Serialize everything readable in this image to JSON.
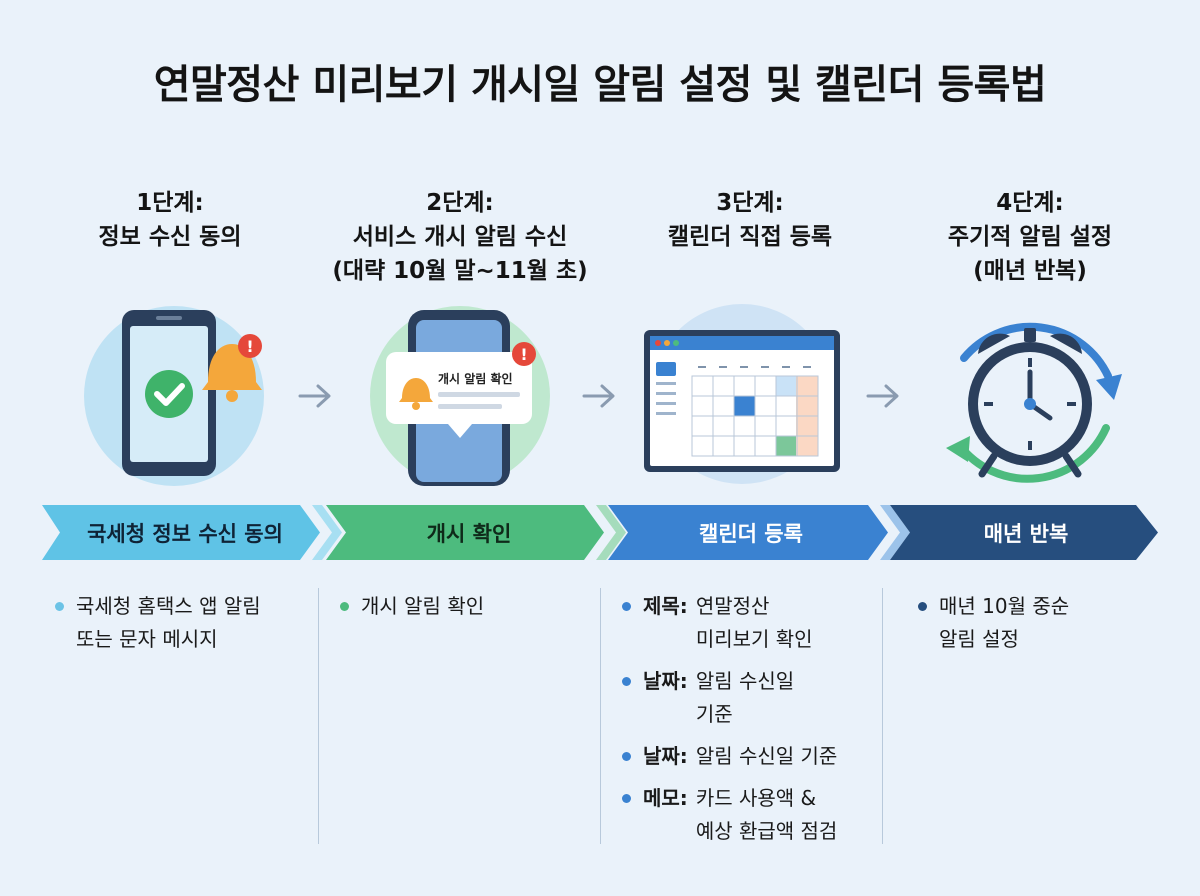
{
  "title": "연말정산 미리보기 개시일 알림 설정 및 캘린더 등록법",
  "steps": [
    {
      "label": "1단계:",
      "lines": [
        "정보 수신 동의"
      ],
      "banner": "국세청 정보 수신 동의",
      "bullets": [
        {
          "key": "",
          "text": "국세청 홈택스 앱 알림\n또는 문자 메시지"
        }
      ]
    },
    {
      "label": "2단계:",
      "lines": [
        "서비스 개시 알림 수신",
        "(대략 10월 말~11월 초)"
      ],
      "banner": "개시 확인",
      "bubble": "개시 알림 확인",
      "bullets": [
        {
          "key": "",
          "text": "개시 알림 확인"
        }
      ]
    },
    {
      "label": "3단계:",
      "lines": [
        "캘린더 직접 등록"
      ],
      "banner": "캘린더 등록",
      "bullets": [
        {
          "key": "제목:",
          "text": "연말정산\n미리보기 확인"
        },
        {
          "key": "날짜:",
          "text": "알림 수신일\n기준"
        },
        {
          "key": "날짜:",
          "text": "알림 수신일 기준"
        },
        {
          "key": "메모:",
          "text": "카드 사용액 &\n예상 환급액 점검"
        }
      ]
    },
    {
      "label": "4단계:",
      "lines": [
        "주기적 알림 설정",
        "(매년 반복)"
      ],
      "banner": "매년 반복",
      "bullets": [
        {
          "key": "",
          "text": "매년 10월 중순\n알림 설정"
        }
      ]
    }
  ],
  "colors": {
    "banner1": "#5fc3e6",
    "banner2": "#4dbb7e",
    "banner3": "#3a82d1",
    "banner4": "#264e7e",
    "bullet1": "#6cc3e6",
    "bullet2": "#4dbb7e",
    "bullet3": "#3a82d1",
    "bullet4": "#264e7e",
    "alert": "#e5483a",
    "bell": "#f4a73b"
  },
  "icons": [
    "smartphone-check-icon",
    "bell-icon",
    "notification-bubble-icon",
    "calendar-icon",
    "alarm-clock-icon",
    "cycle-arrows-icon",
    "arrow-right-icon"
  ]
}
